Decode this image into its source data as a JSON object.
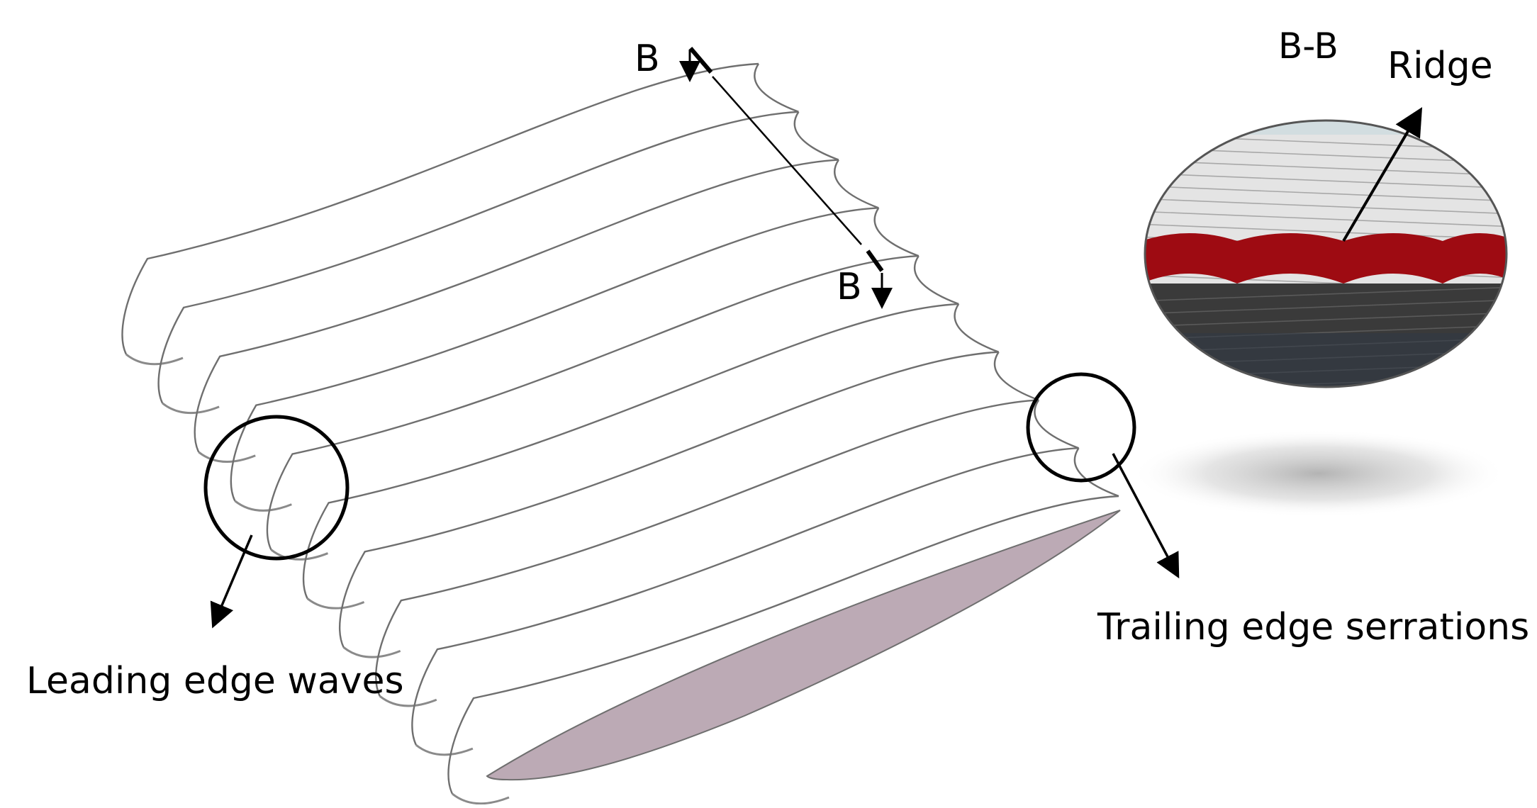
{
  "labels": {
    "section_top": "B",
    "section_bottom": "B",
    "section_title": "B-B",
    "ridge": "Ridge",
    "trailing": "Trailing edge serrations",
    "leading": "Leading edge waves"
  },
  "colors": {
    "background": "#ffffff",
    "wing_surface": "#ffffff",
    "wing_line": "#6f6f6f",
    "root_section": "#bcaab5",
    "inset_red": "#9e0b12",
    "inset_dark": "#3a3a3a",
    "inset_light": "#e2e2e2",
    "annotation": "#000000"
  },
  "counts": {
    "wing_ridges": 10
  }
}
